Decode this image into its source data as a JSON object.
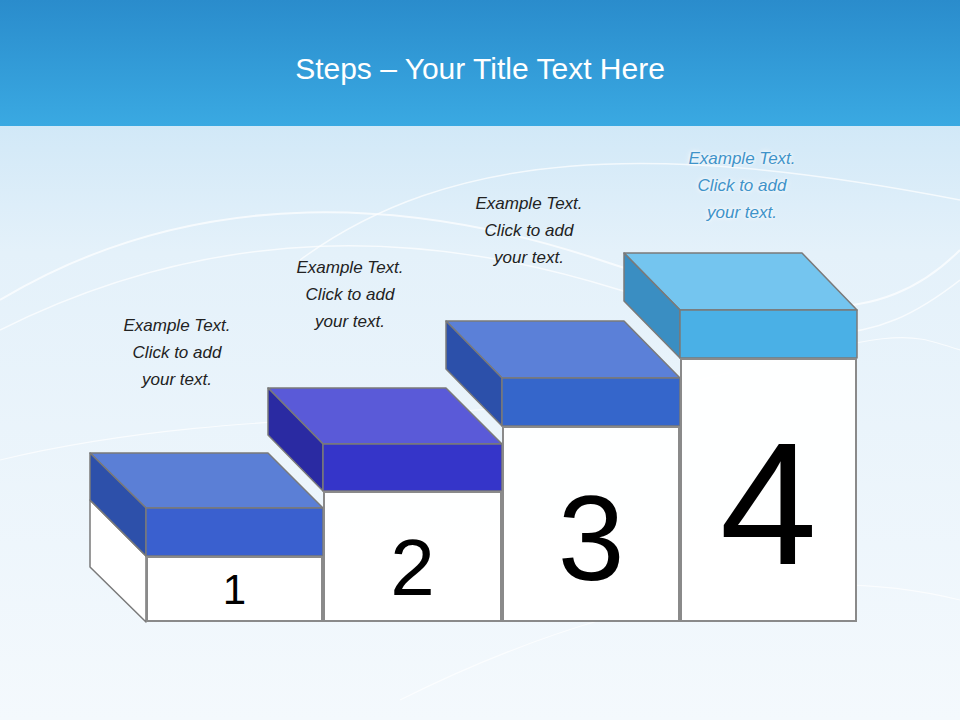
{
  "diagram": {
    "title": "Steps – Your Title Text Here",
    "nodes": [
      {
        "text": [
          "Example Text. Click to add your text.",
          "1"
        ]
      },
      {
        "text": [
          "Example Text. Click to add your text.",
          "2"
        ]
      },
      {
        "text": [
          "Example Text. Click to add your text.",
          "3"
        ]
      },
      {
        "text": [
          "Example Text. Click to add your text.",
          "4"
        ]
      }
    ]
  }
}
